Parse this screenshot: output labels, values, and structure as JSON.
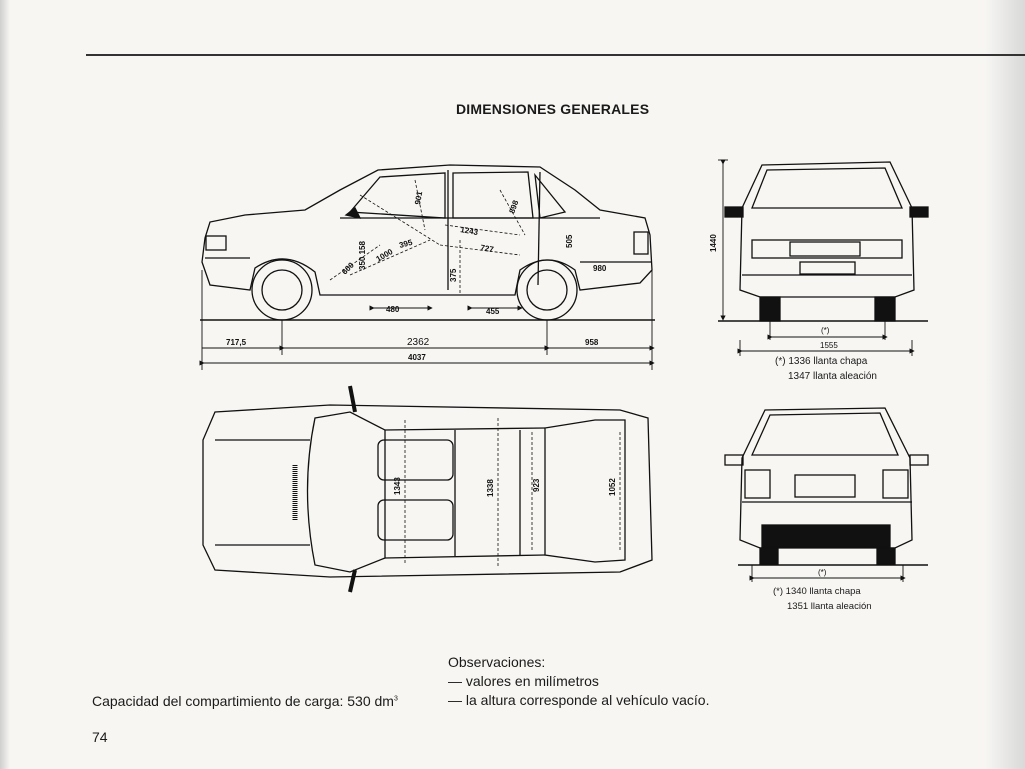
{
  "title": "DIMENSIONES GENERALES",
  "side_view": {
    "interior": {
      "d901": "901",
      "d898": "898",
      "d1243": "1243",
      "d727": "727",
      "d505": "505",
      "d600": "600",
      "d1000": "1000",
      "d395": "395",
      "d350_158": "350 158",
      "d375": "375",
      "d480": "480",
      "d455": "455",
      "d980": "980"
    },
    "front_overhang": "717,5",
    "wheelbase": "2362",
    "rear_overhang": "958",
    "total_length": "4037"
  },
  "front_view": {
    "height": "1440",
    "asterisk": "(*)",
    "track": "1555",
    "note_line1": "(*) 1336 llanta chapa",
    "note_line2": "1347 llanta aleación"
  },
  "top_view": {
    "d1343": "1343",
    "d1338": "1338",
    "d923": "923",
    "d1052": "1052"
  },
  "rear_view": {
    "asterisk": "(*)",
    "note_line1": "(*) 1340 llanta chapa",
    "note_line2": "1351 llanta aleación"
  },
  "observations": {
    "heading": "Observaciones:",
    "line1": "— valores en milímetros",
    "line2": "— la altura corresponde al vehículo vacío."
  },
  "capacity": {
    "text": "Capacidad del compartimiento de carga: 530 dm",
    "unit_sup": "3"
  },
  "page_number": "74"
}
